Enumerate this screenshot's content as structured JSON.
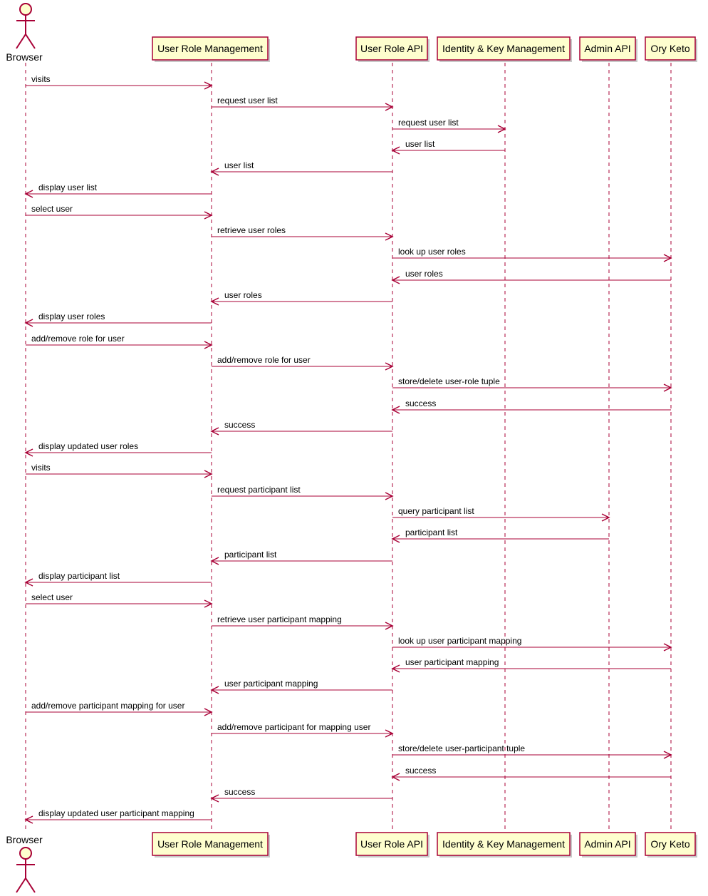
{
  "diagram": {
    "type": "sequence",
    "colors": {
      "line": "#A80036",
      "box_fill": "#FEFECE",
      "text": "#000000"
    },
    "participants": [
      {
        "id": "browser",
        "name": "Browser",
        "kind": "actor"
      },
      {
        "id": "urm",
        "name": "User Role Management",
        "kind": "participant"
      },
      {
        "id": "api",
        "name": "User Role API",
        "kind": "participant"
      },
      {
        "id": "ikm",
        "name": "Identity & Key Management",
        "kind": "participant"
      },
      {
        "id": "admin",
        "name": "Admin API",
        "kind": "participant"
      },
      {
        "id": "keto",
        "name": "Ory Keto",
        "kind": "participant"
      }
    ],
    "messages": [
      {
        "from": "browser",
        "to": "urm",
        "label": "visits"
      },
      {
        "from": "urm",
        "to": "api",
        "label": "request user list"
      },
      {
        "from": "api",
        "to": "ikm",
        "label": "request user list"
      },
      {
        "from": "ikm",
        "to": "api",
        "label": "user list"
      },
      {
        "from": "api",
        "to": "urm",
        "label": "user list"
      },
      {
        "from": "urm",
        "to": "browser",
        "label": "display user list"
      },
      {
        "from": "browser",
        "to": "urm",
        "label": "select user"
      },
      {
        "from": "urm",
        "to": "api",
        "label": "retrieve user roles"
      },
      {
        "from": "api",
        "to": "keto",
        "label": "look up user roles"
      },
      {
        "from": "keto",
        "to": "api",
        "label": "user roles"
      },
      {
        "from": "api",
        "to": "urm",
        "label": "user roles"
      },
      {
        "from": "urm",
        "to": "browser",
        "label": "display user roles"
      },
      {
        "from": "browser",
        "to": "urm",
        "label": "add/remove role for user"
      },
      {
        "from": "urm",
        "to": "api",
        "label": "add/remove role for user"
      },
      {
        "from": "api",
        "to": "keto",
        "label": "store/delete user-role tuple"
      },
      {
        "from": "keto",
        "to": "api",
        "label": "success"
      },
      {
        "from": "api",
        "to": "urm",
        "label": "success"
      },
      {
        "from": "urm",
        "to": "browser",
        "label": "display updated user roles"
      },
      {
        "from": "browser",
        "to": "urm",
        "label": "visits"
      },
      {
        "from": "urm",
        "to": "api",
        "label": "request participant list"
      },
      {
        "from": "api",
        "to": "admin",
        "label": "query participant list"
      },
      {
        "from": "admin",
        "to": "api",
        "label": "participant list"
      },
      {
        "from": "api",
        "to": "urm",
        "label": "participant list"
      },
      {
        "from": "urm",
        "to": "browser",
        "label": "display participant list"
      },
      {
        "from": "browser",
        "to": "urm",
        "label": "select user"
      },
      {
        "from": "urm",
        "to": "api",
        "label": "retrieve user participant mapping"
      },
      {
        "from": "api",
        "to": "keto",
        "label": "look up user participant mapping"
      },
      {
        "from": "keto",
        "to": "api",
        "label": "user participant mapping"
      },
      {
        "from": "api",
        "to": "urm",
        "label": "user participant mapping"
      },
      {
        "from": "browser",
        "to": "urm",
        "label": "add/remove participant mapping for user"
      },
      {
        "from": "urm",
        "to": "api",
        "label": "add/remove participant for mapping user"
      },
      {
        "from": "api",
        "to": "keto",
        "label": "store/delete user-participant tuple"
      },
      {
        "from": "keto",
        "to": "api",
        "label": "success"
      },
      {
        "from": "api",
        "to": "urm",
        "label": "success"
      },
      {
        "from": "urm",
        "to": "browser",
        "label": "display updated user participant mapping"
      }
    ]
  }
}
